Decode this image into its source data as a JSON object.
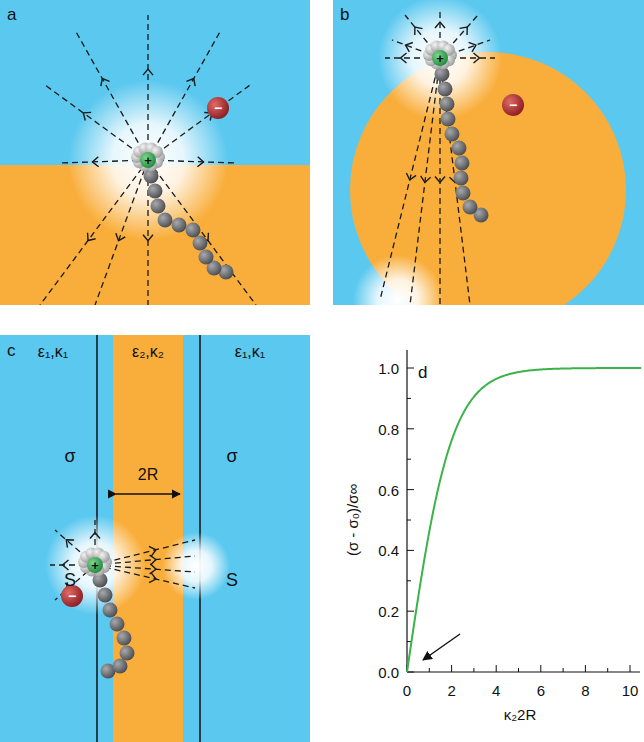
{
  "diagram": {
    "labels": [
      "a",
      "b",
      "c",
      "d",
      "ε₁,κ₁",
      "ε₂,κ₂",
      "ε₁,κ₁",
      "σ",
      "σ",
      "S",
      "S",
      "2R",
      "1.0",
      "0.8",
      "0.6",
      "0.4",
      "0.2",
      "0.0",
      "0",
      "2",
      "4",
      "6",
      "8",
      "10",
      "(σ - σ₀)/σ∞",
      "κ₂2R",
      "+",
      "−",
      "+",
      "−",
      "+",
      "−"
    ]
  }
}
